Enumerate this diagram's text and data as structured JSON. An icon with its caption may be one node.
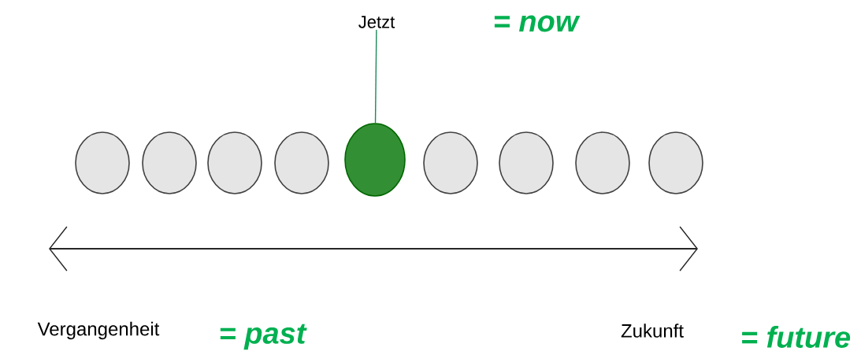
{
  "diagram": {
    "nodes": [
      {
        "text": [
          "Jetzt"
        ]
      },
      {
        "text": [],
        "shape": "circle"
      },
      {
        "text": [],
        "shape": "circle"
      },
      {
        "text": [],
        "shape": "circle"
      },
      {
        "text": [],
        "shape": "circle"
      },
      {
        "text": [],
        "shape": "circle"
      },
      {
        "text": [],
        "shape": "circle"
      },
      {
        "text": [],
        "shape": "circle"
      },
      {
        "text": [],
        "shape": "circle"
      },
      {
        "text": [],
        "shape": "circle"
      }
    ],
    "edges": [
      {
        "from": 0,
        "to": 5,
        "arrow": "none",
        "color": "#1e8a5a"
      }
    ],
    "labels": [
      "= now",
      "Vergangenheit",
      "= past",
      "Zukunft",
      "= future"
    ]
  }
}
